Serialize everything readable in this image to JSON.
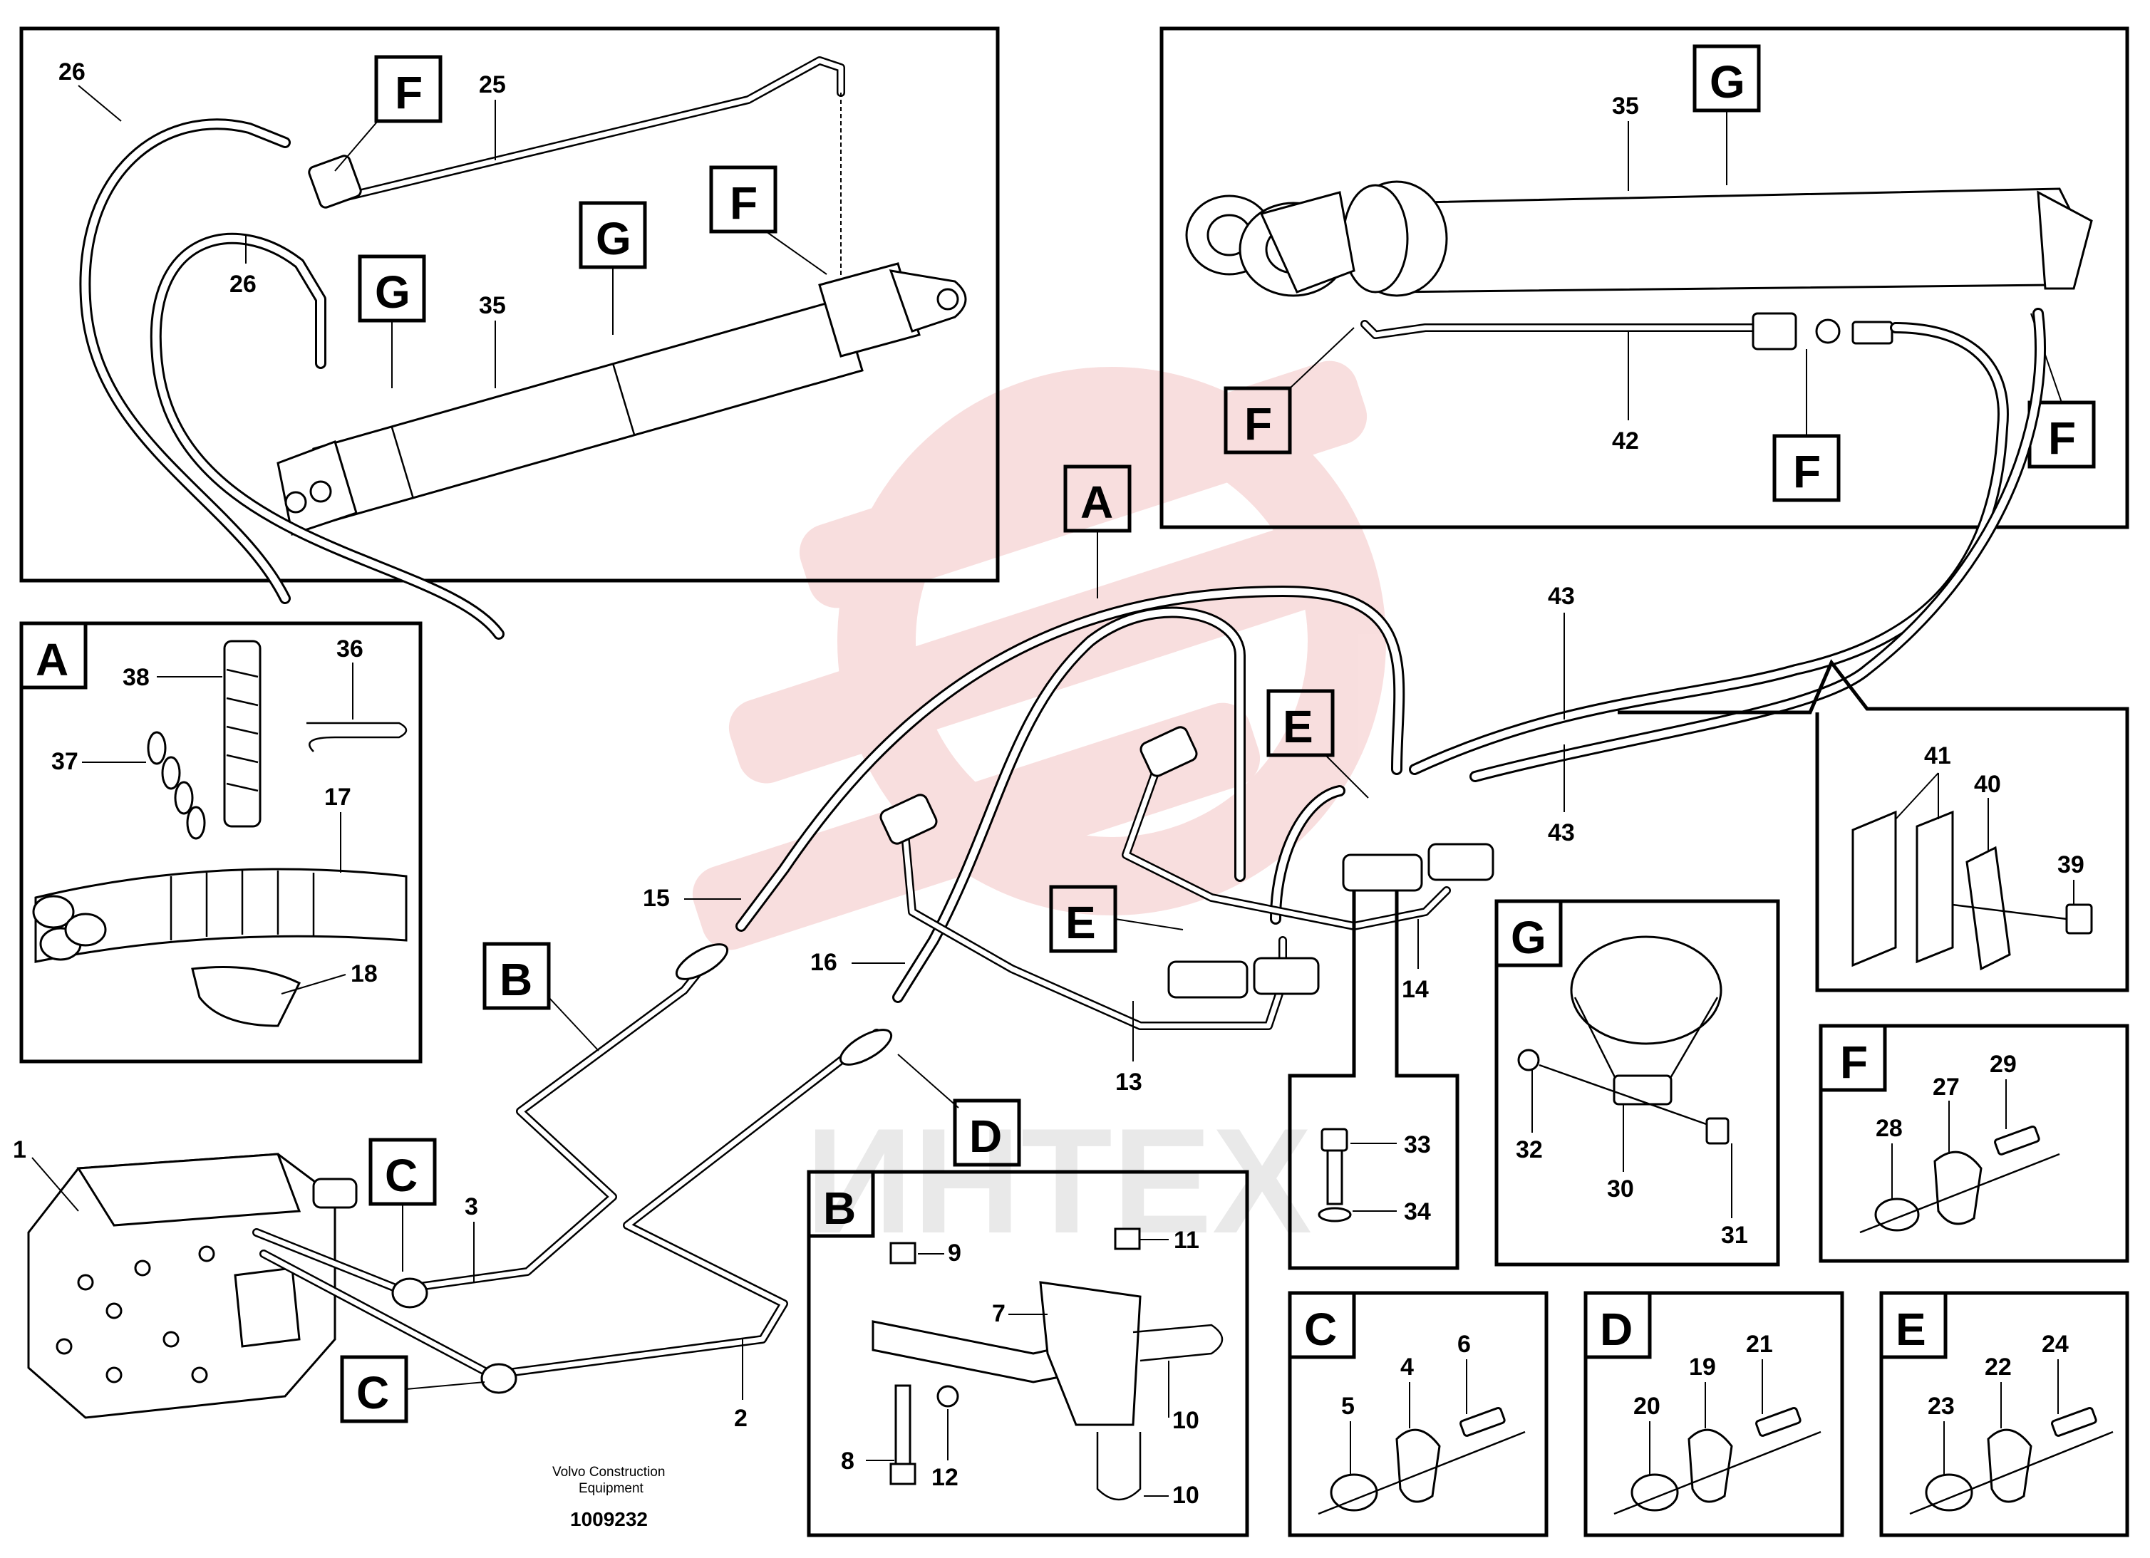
{
  "watermark": {
    "text": "ИНТЕХ",
    "color": "#f2b8b8"
  },
  "callouts": {
    "n1": "1",
    "n2": "2",
    "n3": "3",
    "n4": "4",
    "n5": "5",
    "n6": "6",
    "n7": "7",
    "n8": "8",
    "n9": "9",
    "n10a": "10",
    "n10b": "10",
    "n11": "11",
    "n12": "12",
    "n13": "13",
    "n14": "14",
    "n15": "15",
    "n16": "16",
    "n17": "17",
    "n18": "18",
    "n19": "19",
    "n20": "20",
    "n21": "21",
    "n22": "22",
    "n23": "23",
    "n24": "24",
    "n25": "25",
    "n26a": "26",
    "n26b": "26",
    "n27": "27",
    "n28": "28",
    "n29": "29",
    "n30": "30",
    "n31": "31",
    "n32": "32",
    "n33": "33",
    "n34": "34",
    "n35a": "35",
    "n35b": "35",
    "n36": "36",
    "n37": "37",
    "n38": "38",
    "n39": "39",
    "n40": "40",
    "n41": "41",
    "n42": "42",
    "n43a": "43",
    "n43b": "43"
  },
  "tags": {
    "F1": "F",
    "F2": "F",
    "F3": "F",
    "F4": "F",
    "F5": "F",
    "G1": "G",
    "G2": "G",
    "G3": "G",
    "A_main": "A",
    "B_main": "B",
    "C1": "C",
    "C2": "C",
    "D_main": "D",
    "E1": "E",
    "E2": "E"
  },
  "insets": {
    "A": "A",
    "B": "B",
    "C": "C",
    "D": "D",
    "E": "E",
    "F": "F",
    "G": "G"
  },
  "footer": {
    "maker_line1": "Volvo Construction",
    "maker_line2": "Equipment",
    "doc_number": "1009232"
  }
}
